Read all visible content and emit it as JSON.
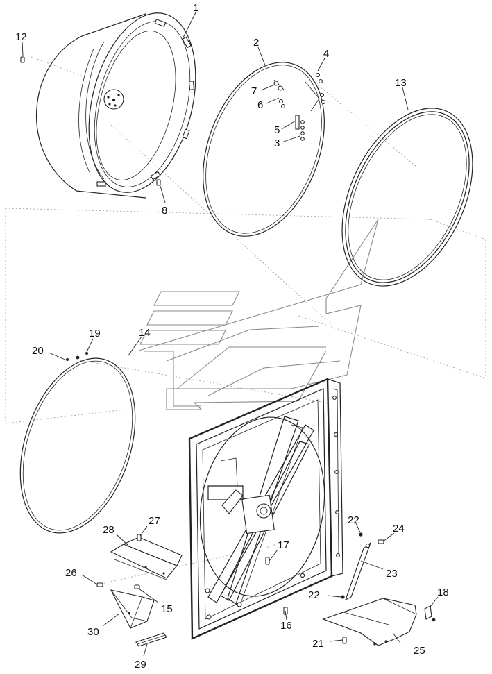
{
  "diagram": {
    "labels": {
      "p1": "1",
      "p2": "2",
      "p3": "3",
      "p4": "4",
      "p5": "5",
      "p6": "6",
      "p7": "7",
      "p8": "8",
      "p12": "12",
      "p13": "13",
      "p14": "14",
      "p15": "15",
      "p16": "16",
      "p17": "17",
      "p18": "18",
      "p19": "19",
      "p20": "20",
      "p21": "21",
      "p22a": "22",
      "p22b": "22",
      "p23": "23",
      "p24": "24",
      "p25": "25",
      "p26": "26",
      "p27": "27",
      "p28": "28",
      "p29": "29",
      "p30": "30"
    },
    "parts": [
      {
        "number": "1",
        "name": "drum-icon"
      },
      {
        "number": "2",
        "name": "rear-drum-seal-ring-icon"
      },
      {
        "number": "13",
        "name": "drum-belt-icon"
      },
      {
        "number": "14",
        "name": "front-drum-seal-ring-icon"
      },
      {
        "number": "18",
        "name": "clip-icon"
      },
      {
        "number": "23",
        "name": "support-bracket-icon"
      },
      {
        "number": "25",
        "name": "front-slide-icon"
      },
      {
        "number": "28",
        "name": "upper-slide-icon"
      },
      {
        "number": "29",
        "name": "felt-pad-icon"
      },
      {
        "number": "30",
        "name": "lower-slide-icon"
      }
    ]
  }
}
